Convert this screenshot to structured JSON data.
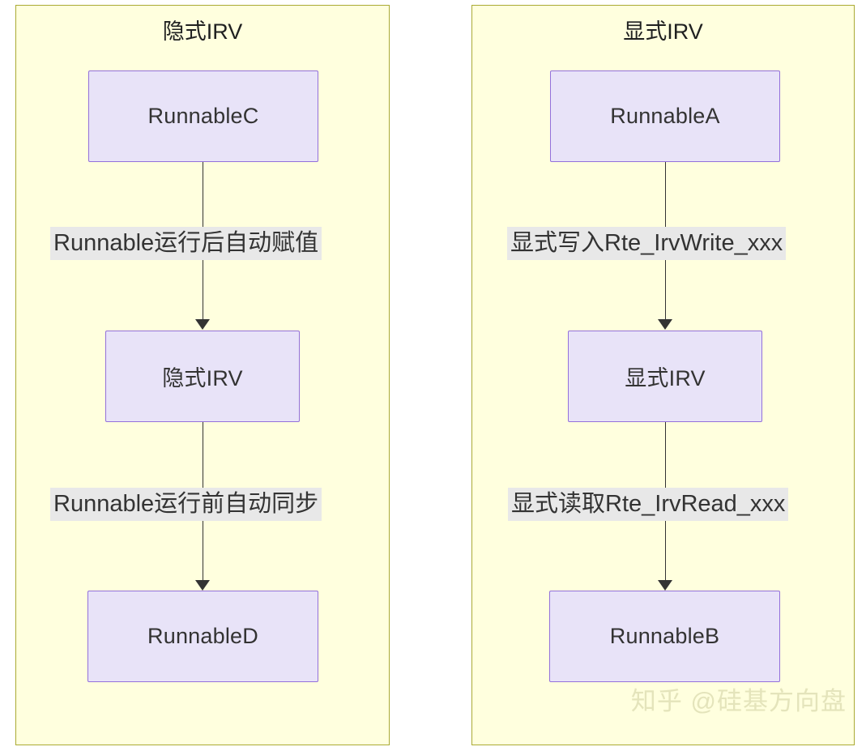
{
  "diagram": {
    "type": "flowchart",
    "panels": [
      {
        "id": "implicit",
        "title": "隐式IRV",
        "nodes": [
          {
            "id": "runnable-c",
            "label": "RunnableC"
          },
          {
            "id": "implicit-irv",
            "label": "隐式IRV"
          },
          {
            "id": "runnable-d",
            "label": "RunnableD"
          }
        ],
        "edges": [
          {
            "id": "c-to-irv",
            "from": "runnable-c",
            "to": "implicit-irv",
            "label": "Runnable运行后自动赋值"
          },
          {
            "id": "irv-to-d",
            "from": "implicit-irv",
            "to": "runnable-d",
            "label": "Runnable运行前自动同步"
          }
        ]
      },
      {
        "id": "explicit",
        "title": "显式IRV",
        "nodes": [
          {
            "id": "runnable-a",
            "label": "RunnableA"
          },
          {
            "id": "explicit-irv",
            "label": "显式IRV"
          },
          {
            "id": "runnable-b",
            "label": "RunnableB"
          }
        ],
        "edges": [
          {
            "id": "a-to-irv",
            "from": "runnable-a",
            "to": "explicit-irv",
            "label": "显式写入Rte_IrvWrite_xxx"
          },
          {
            "id": "irv-to-b",
            "from": "explicit-irv",
            "to": "runnable-b",
            "label": "显式读取Rte_IrvRead_xxx"
          }
        ]
      }
    ]
  },
  "watermark": {
    "text": "知乎 @硅基方向盘"
  },
  "colors": {
    "panel_fill": "#ffffde",
    "panel_border": "#aaaa33",
    "node_fill": "#e8e3f8",
    "node_border": "#9370db",
    "edge_stroke": "#333333",
    "edge_label_bg": "#e8e8e8",
    "text": "#333333",
    "watermark": "#e4e4bb"
  }
}
